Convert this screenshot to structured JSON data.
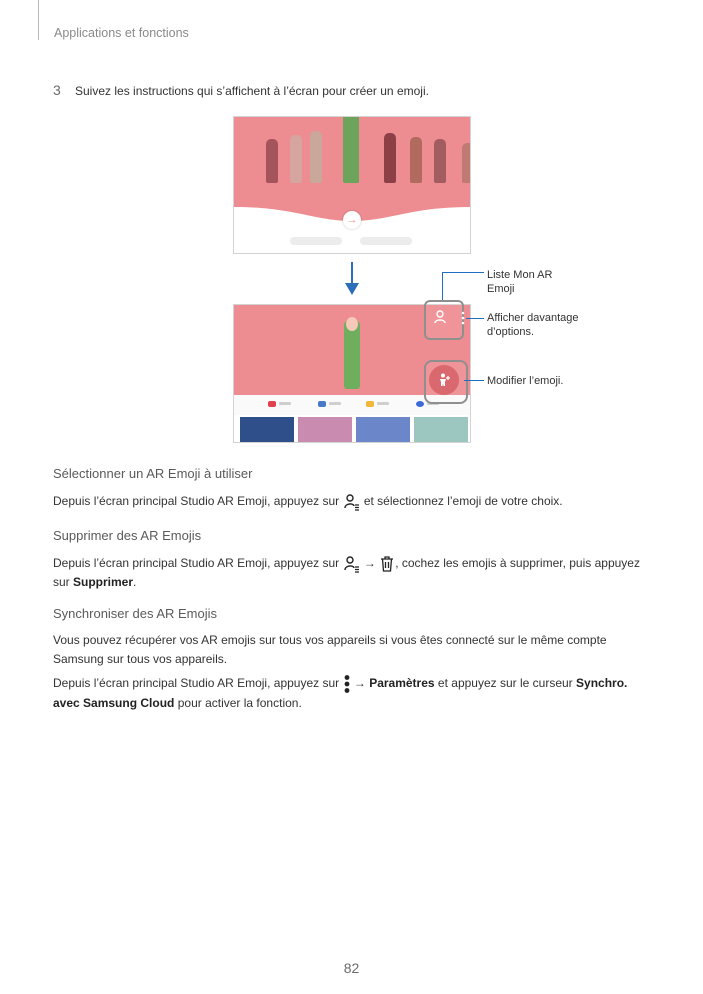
{
  "header": {
    "section": "Applications et fonctions"
  },
  "step": {
    "number": "3",
    "text": "Suivez les instructions qui s’affichent à l’écran pour créer un emoji."
  },
  "callouts": {
    "list": "Liste Mon AR Emoji",
    "more_options": "Afficher davantage d’options.",
    "edit": "Modifier l’emoji."
  },
  "sections": [
    {
      "title": "Sélectionner un AR Emoji à utiliser",
      "p1_a": "Depuis l’écran principal Studio AR Emoji, appuyez sur",
      "p1_b": "et sélectionnez l’emoji de votre choix."
    },
    {
      "title": "Supprimer des AR Emojis",
      "p1_a": "Depuis l’écran principal Studio AR Emoji, appuyez sur",
      "arrow": "→",
      "p1_b": ", cochez les emojis à supprimer, puis appuyez",
      "p1_c": "sur",
      "p1_bold": "Supprimer",
      "p1_end": "."
    },
    {
      "title": "Synchroniser des AR Emojis",
      "p1": "Vous pouvez récupérer vos AR emojis sur tous vos appareils si vous êtes connecté sur le même compte Samsung sur tous vos appareils.",
      "p2_a": "Depuis l’écran principal Studio AR Emoji, appuyez sur",
      "arrow": "→",
      "p2_bold1": "Paramètres",
      "p2_b": "et appuyez sur le curseur",
      "p2_bold2": "Synchro. avec Samsung Cloud",
      "p2_c": "pour activer la fonction."
    }
  ],
  "footer": {
    "page_number": "82"
  },
  "colors": {
    "accent": "#1f6fc2",
    "stage": "#ee8d91"
  }
}
